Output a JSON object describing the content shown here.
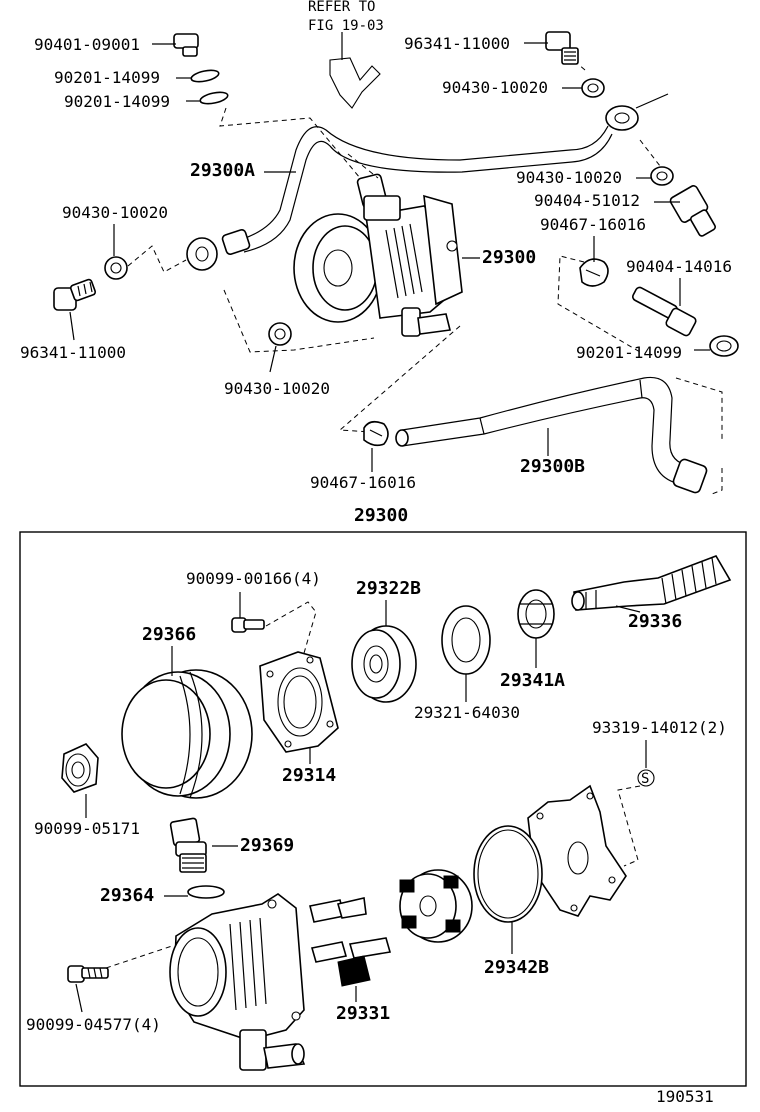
{
  "upper": {
    "refer_line1": "REFER TO",
    "refer_line2": "FIG 19-03",
    "p_90401_09001": "90401-09001",
    "p_90201_14099_a": "90201-14099",
    "p_90201_14099_b": "90201-14099",
    "p_96341_11000_top": "96341-11000",
    "p_90430_10020_top": "90430-10020",
    "p_29300A": "29300A",
    "p_90430_10020_mid": "90430-10020",
    "p_90404_51012": "90404-51012",
    "p_90467_16016_top": "90467-16016",
    "p_90430_10020_left": "90430-10020",
    "p_29300": "29300",
    "p_90404_14016": "90404-14016",
    "p_96341_11000_left": "96341-11000",
    "p_90201_14099_c": "90201-14099",
    "p_90430_10020_bottom": "90430-10020",
    "p_90467_16016_bottom": "90467-16016",
    "p_29300B": "29300B"
  },
  "box": {
    "title": "29300",
    "p_90099_00166": "90099-00166(4)",
    "p_29322B": "29322B",
    "p_29366": "29366",
    "p_29336": "29336",
    "p_29341A": "29341A",
    "p_29321_64030": "29321-64030",
    "p_93319_14012": "93319-14012(2)",
    "p_29314": "29314",
    "p_90099_05171": "90099-05171",
    "p_29369": "29369",
    "p_29364": "29364",
    "p_29342B": "29342B",
    "p_90099_04577": "90099-04577(4)",
    "p_29331": "29331",
    "s_mark": "S"
  },
  "footer": {
    "diagram_code": "190531"
  }
}
